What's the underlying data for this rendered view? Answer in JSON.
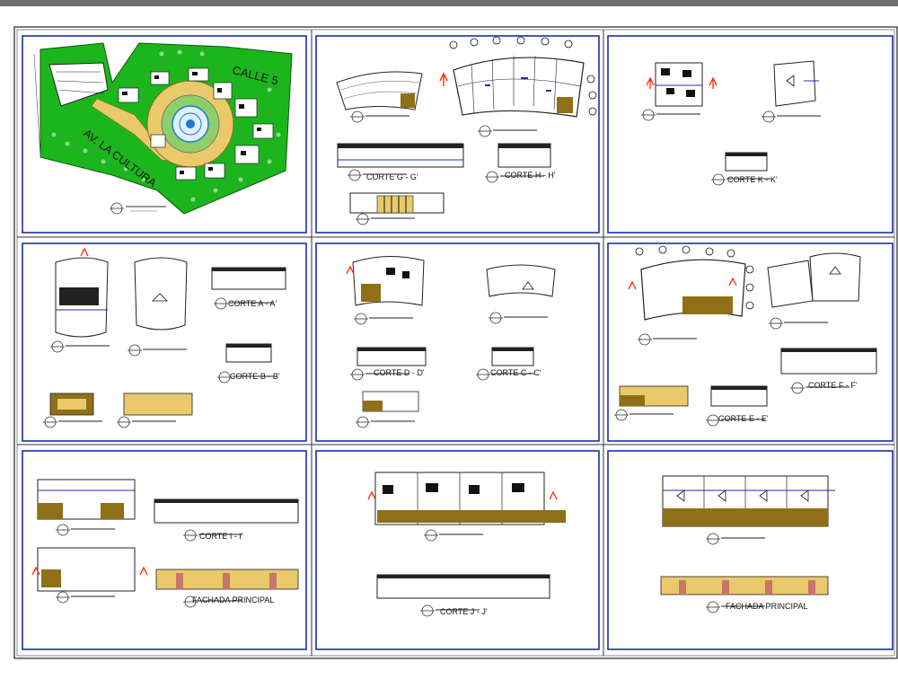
{
  "site_plan": {
    "street_top": "CALLE 5",
    "street_side": "AV. LA CULTURA"
  },
  "sections": {
    "s1": "CORTE G  -  G'",
    "s2": "CORTE H  -  H'",
    "s3": "CORTE K  -  K'",
    "s4": "CORTE A  -  A'",
    "s5": "CORTE B  -  B'",
    "s6": "CORTE D  -  D'",
    "s7": "CORTE C  -  C'",
    "s8": "CORTE F  -  F'",
    "s9": "CORTE E  -  E'",
    "s10": "CORTE  I  -  I'",
    "s11": "CORTE  J  -  J'"
  },
  "facades": {
    "f1": "FACHADA PRINCIPAL",
    "f2": "FACHADA PRINCIPAL"
  },
  "colors": {
    "frame_blue": "#1c2fa8",
    "site_green": "#1db51d",
    "site_yellow": "#e9c96a",
    "ochre": "#8f6f17",
    "marker_red": "#ff2a00",
    "line_dark": "#111111"
  }
}
